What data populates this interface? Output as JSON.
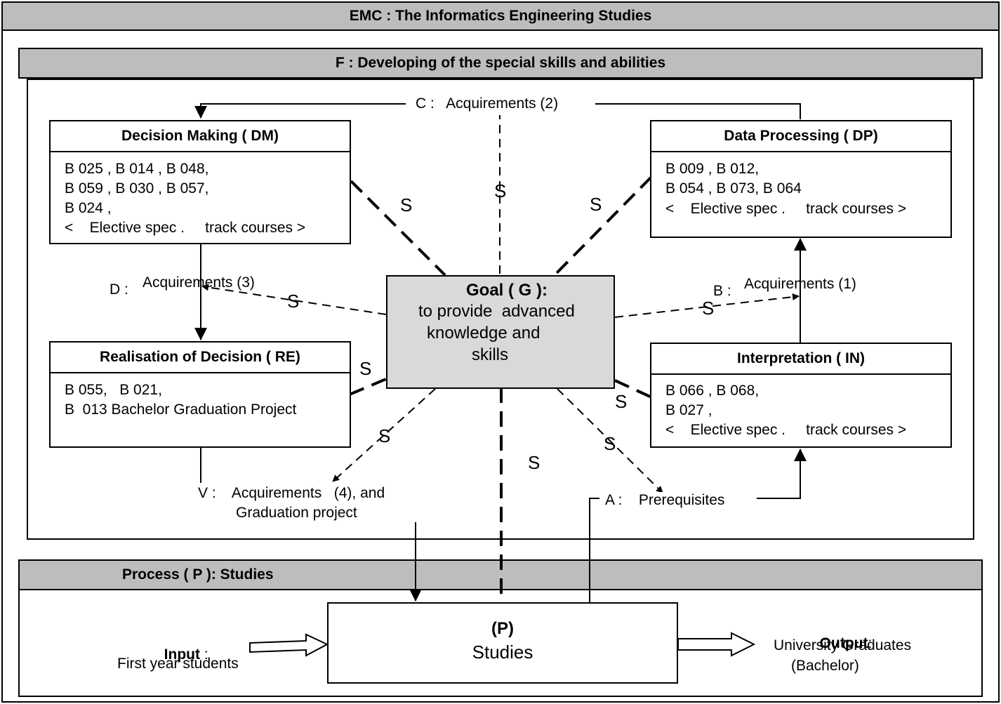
{
  "emc_title": "EMC :    The Informatics Engineering Studies",
  "f_title": "F :  Developing of the special skills and abilities",
  "process_title": "Process ( P ):  Studies",
  "boxes": {
    "dm": {
      "title": "Decision Making  ( DM)",
      "lines": [
        "B 025 , B 014 , B 048,",
        "B 059 , B 030 , B 057,",
        "B 024 ,",
        "<    Elective spec .     track courses >"
      ]
    },
    "dp": {
      "title": "Data Processing  ( DP)",
      "lines": [
        "B 009 , B 012,",
        "B 054 , B 073, B 064",
        "<    Elective spec .     track courses >"
      ]
    },
    "re": {
      "title": "Realisation of Decision  ( RE)",
      "lines": [
        "B 055,   B 021,",
        "B  013 Bachelor Graduation Project"
      ]
    },
    "in": {
      "title": "Interpretation  ( IN)",
      "lines": [
        "B 066 , B 068,",
        "B 027 ,",
        "<    Elective spec .     track courses >"
      ]
    }
  },
  "goal": {
    "title": "Goal ( G ):",
    "lines": [
      "to provide  advanced",
      "knowledge and",
      "skills"
    ]
  },
  "labels": {
    "c": "C :   Acquirements (2)",
    "d_prefix": "D :",
    "d": "Acquirements (3)",
    "b_prefix": "B :",
    "b": "Acquirements (1)",
    "v1": "V :    Acquirements   (4), and",
    "v2": "Graduation project",
    "a": "A :    Prerequisites",
    "s": "S"
  },
  "process": {
    "p_title": "(P)",
    "p_label": "Studies",
    "input_title": "Input",
    "input_colon": " :",
    "input_text": "First year students",
    "output_title": "Output",
    "output_colon": ":",
    "output_line1": "University Graduates",
    "output_line2": "(Bachelor)"
  }
}
